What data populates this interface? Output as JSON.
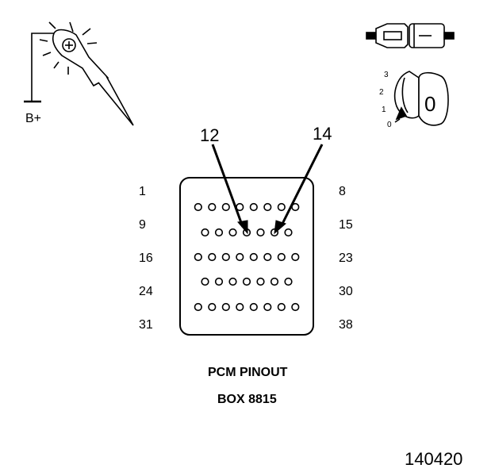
{
  "test_light": {
    "label": "B+"
  },
  "callouts": [
    "12",
    "14"
  ],
  "pin_rows": [
    {
      "left": "1",
      "right": "8",
      "pins": 8
    },
    {
      "left": "9",
      "right": "15",
      "pins": 7
    },
    {
      "left": "16",
      "right": "23",
      "pins": 8
    },
    {
      "left": "24",
      "right": "30",
      "pins": 7
    },
    {
      "left": "31",
      "right": "38",
      "pins": 8
    }
  ],
  "caption": {
    "line1": "PCM PINOUT",
    "line2": "BOX 8815"
  },
  "ignition": {
    "positions": [
      "3",
      "2",
      "1",
      "0"
    ],
    "key_label": "0"
  },
  "figure_number": "140420"
}
